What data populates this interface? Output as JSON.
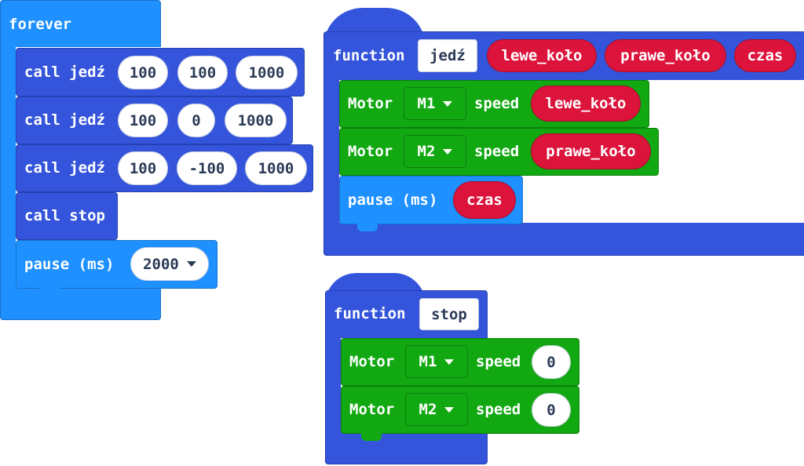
{
  "forever": {
    "label": "forever",
    "calls": [
      {
        "call_label": "call",
        "func": "jedź",
        "args": [
          "100",
          "100",
          "1000"
        ]
      },
      {
        "call_label": "call",
        "func": "jedź",
        "args": [
          "100",
          "0",
          "1000"
        ]
      },
      {
        "call_label": "call",
        "func": "jedź",
        "args": [
          "100",
          "-100",
          "1000"
        ]
      },
      {
        "call_label": "call",
        "func": "stop"
      }
    ],
    "pause": {
      "label": "pause (ms)",
      "value": "2000"
    }
  },
  "func_jedz": {
    "keyword": "function",
    "name": "jedź",
    "params": [
      "lewe_koło",
      "prawe_koło",
      "czas"
    ],
    "motors": [
      {
        "label": "Motor",
        "motor": "M1",
        "speed_label": "speed",
        "speed_value": "lewe_koło"
      },
      {
        "label": "Motor",
        "motor": "M2",
        "speed_label": "speed",
        "speed_value": "prawe_koło"
      }
    ],
    "pause": {
      "label": "pause (ms)",
      "value": "czas"
    }
  },
  "func_stop": {
    "keyword": "function",
    "name": "stop",
    "motors": [
      {
        "label": "Motor",
        "motor": "M1",
        "speed_label": "speed",
        "speed_value": "0"
      },
      {
        "label": "Motor",
        "motor": "M2",
        "speed_label": "speed",
        "speed_value": "0"
      }
    ]
  },
  "colors": {
    "loops": "#1e90ff",
    "functions": "#3455db",
    "motors": "#11a811",
    "params": "#dc143c"
  }
}
